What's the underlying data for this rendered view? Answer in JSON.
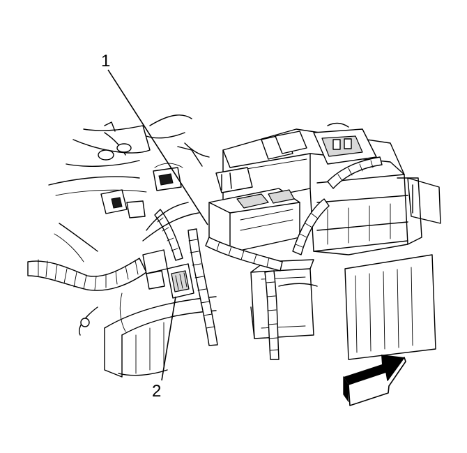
{
  "diagram": {
    "callouts": [
      {
        "id": "1",
        "label": "1"
      },
      {
        "id": "2",
        "label": "2"
      }
    ],
    "colors": {
      "line": "#000000",
      "background": "#ffffff",
      "shade": "#d9d9d9"
    },
    "icons": {
      "direction": "front-direction-arrow-icon"
    }
  }
}
